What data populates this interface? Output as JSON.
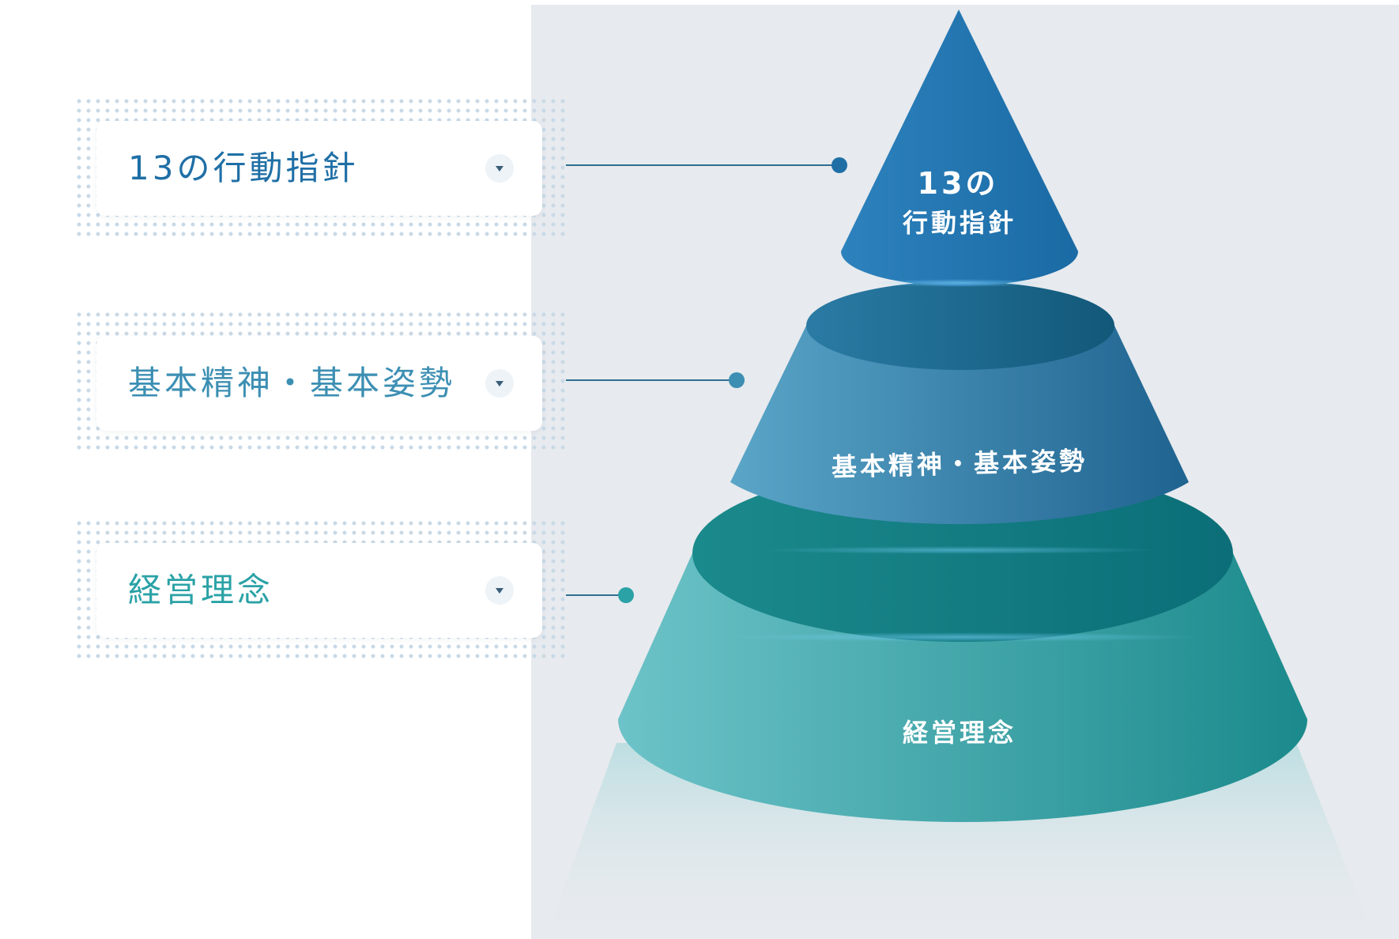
{
  "tiers": [
    {
      "id": "action",
      "card_label": "13の行動指針",
      "pyramid_label_line1": "13の",
      "pyramid_label_line2": "行動指針",
      "color": "#1f6fa6",
      "toggle_icon": "chevron-down-icon"
    },
    {
      "id": "spirit",
      "card_label": "基本精神・基本姿勢",
      "pyramid_label": "基本精神・基本姿勢",
      "color": "#3c8fb3",
      "toggle_icon": "chevron-down-icon"
    },
    {
      "id": "philosophy",
      "card_label": "経営理念",
      "pyramid_label": "経営理念",
      "color": "#2aa2a6",
      "toggle_icon": "chevron-down-icon"
    }
  ],
  "colors": {
    "panel_background": "#e7eaee",
    "connector": "#2f6f8f",
    "dot_pattern": "#c9d9e6"
  }
}
